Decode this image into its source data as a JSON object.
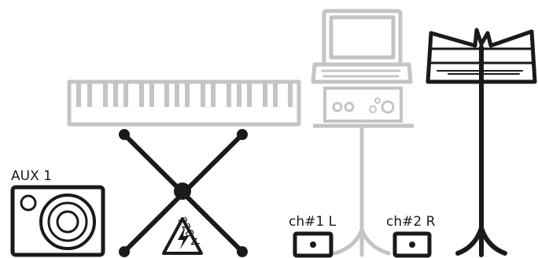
{
  "labels": {
    "aux": "AUX 1",
    "ch1": "ch#1 L",
    "ch2": "ch#2 R",
    "voltage": "220 V"
  },
  "icons": {
    "speaker": "monitor-speaker-icon",
    "keyboard": "keyboard-icon",
    "stand": "x-stand-icon",
    "warning": "high-voltage-warning-icon",
    "laptop": "laptop-icon",
    "interface": "audio-interface-icon",
    "music_stand": "music-stand-icon",
    "di_box": "di-input-box-icon"
  },
  "colors": {
    "ink": "#1a1a1a",
    "gray": "#c4c4c4"
  }
}
